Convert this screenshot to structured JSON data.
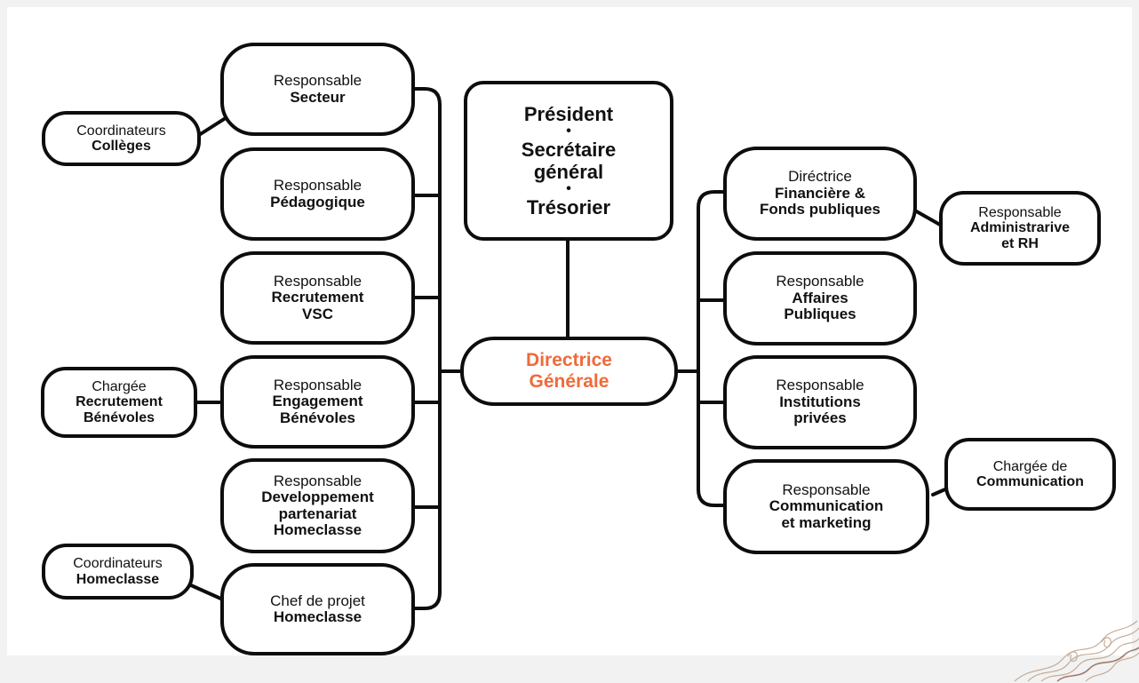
{
  "leadership": {
    "president": "Président",
    "secretaire": "Secrétaire",
    "secretaire_2": "général",
    "tresorier": "Trésorier",
    "separator": "•"
  },
  "directrice_generale": {
    "line1": "Directrice",
    "line2": "Générale"
  },
  "colors": {
    "accent": "#ef6a3a",
    "border": "#0d0d0d",
    "background": "#ffffff"
  },
  "left_nodes": [
    {
      "role": "Responsable",
      "title1": "Secteur",
      "title2": "",
      "title3": ""
    },
    {
      "role": "Responsable",
      "title1": "Pédagogique",
      "title2": "",
      "title3": ""
    },
    {
      "role": "Responsable",
      "title1": "Recrutement",
      "title2": "VSC",
      "title3": ""
    },
    {
      "role": "Responsable",
      "title1": "Engagement",
      "title2": "Bénévoles",
      "title3": ""
    },
    {
      "role": "Responsable",
      "title1": "Developpement",
      "title2": "partenariat",
      "title3": "Homeclasse"
    },
    {
      "role": "Chef de projet",
      "title1": "Homeclasse",
      "title2": "",
      "title3": ""
    }
  ],
  "far_left_nodes": [
    {
      "role": "Coordinateurs",
      "title1": "Collèges",
      "title2": ""
    },
    {
      "role": "Chargée",
      "title1": "Recrutement",
      "title2": "Bénévoles"
    },
    {
      "role": "Coordinateurs",
      "title1": "Homeclasse",
      "title2": ""
    }
  ],
  "right_nodes": [
    {
      "role": "Diréctrice",
      "title1": "Financière &",
      "title2": "Fonds publiques"
    },
    {
      "role": "Responsable",
      "title1": "Affaires",
      "title2": "Publiques"
    },
    {
      "role": "Responsable",
      "title1": "Institutions",
      "title2": "privées"
    },
    {
      "role": "Responsable",
      "title1": "Communication",
      "title2": "et marketing"
    }
  ],
  "far_right_nodes": [
    {
      "role": "Responsable",
      "title1": "Administrarive",
      "title2": "et RH"
    },
    {
      "role": "Chargée de",
      "title1": "Communication",
      "title2": ""
    }
  ]
}
